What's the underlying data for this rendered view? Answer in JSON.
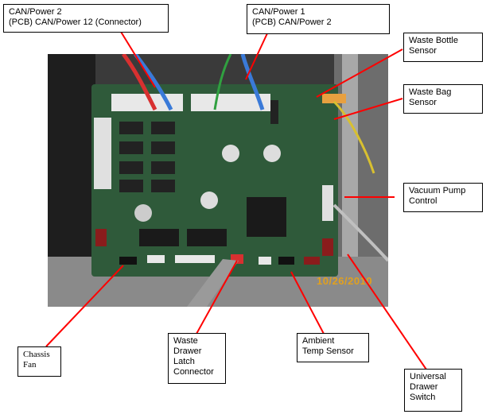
{
  "photo": {
    "subject": "controller circuit board in chassis",
    "date_stamp": "10/26/2010"
  },
  "labels": {
    "can_power_2": [
      "CAN/Power 2",
      "(PCB) CAN/Power 12 (Connector)"
    ],
    "can_power_1": [
      "CAN/Power 1",
      "(PCB) CAN/Power 2"
    ],
    "waste_bottle_sensor": [
      "Waste Bottle",
      "Sensor"
    ],
    "waste_bag_sensor": [
      "Waste Bag",
      "Sensor"
    ],
    "vacuum_pump_control": [
      "Vacuum Pump",
      "Control"
    ],
    "chassis_fan": [
      "Chassis",
      "Fan"
    ],
    "waste_drawer_latch": [
      "Waste",
      "Drawer",
      "Latch",
      "Connector"
    ],
    "ambient_temp_sensor": [
      "Ambient",
      "Temp Sensor"
    ],
    "universal_drawer_switch": [
      "Universal",
      "Drawer",
      "Switch"
    ]
  },
  "colors": {
    "leader_line": "#ff0000",
    "board_green": "#2f5a3a",
    "date_stamp": "#e0a020"
  }
}
